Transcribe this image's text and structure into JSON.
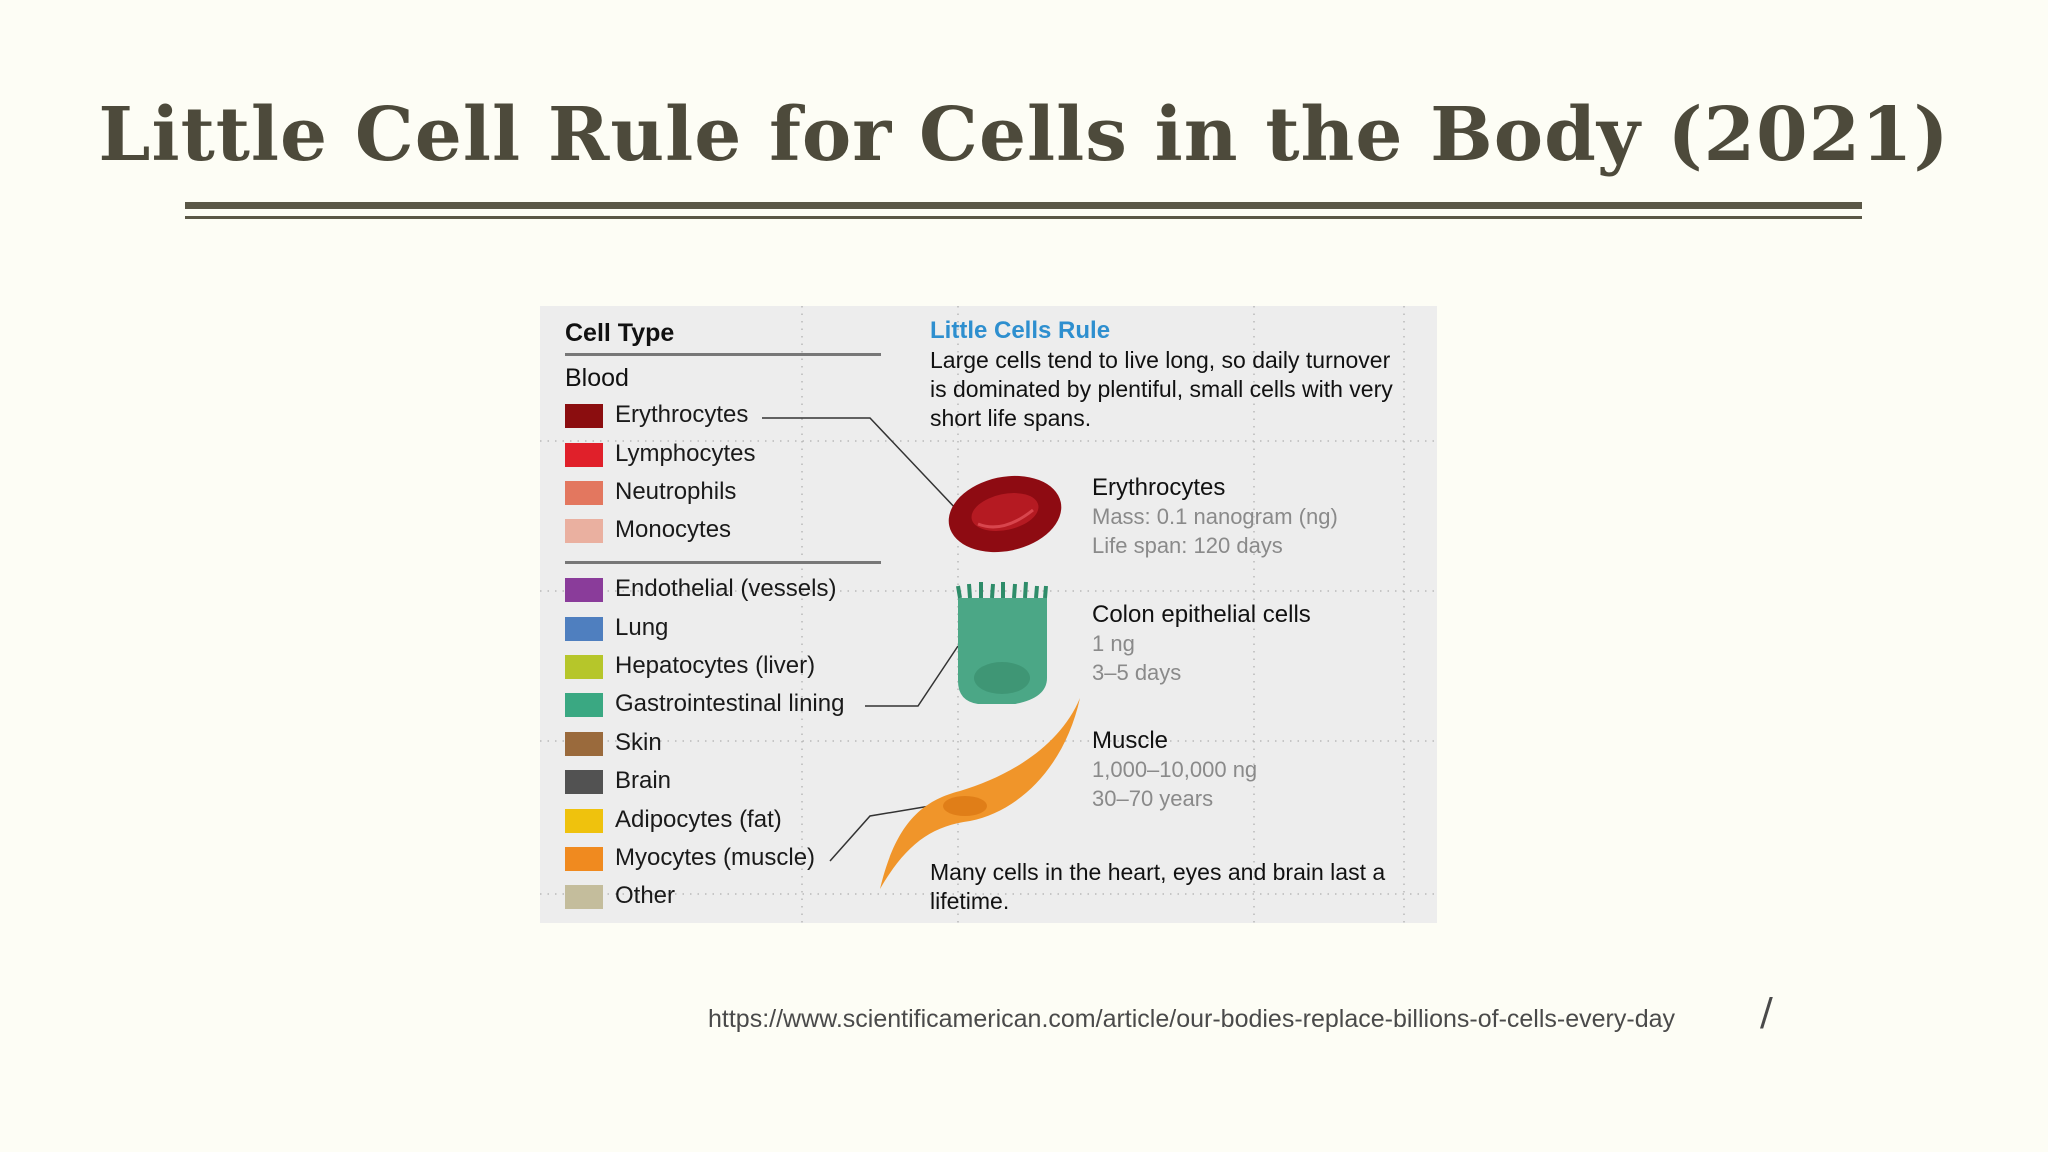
{
  "title": "Little Cell Rule for Cells in the Body (2021)",
  "figure": {
    "legend_heading": "Cell Type",
    "blood_label": "Blood",
    "legend_items": [
      {
        "label": "Erythrocytes",
        "color": "#8b0d0f"
      },
      {
        "label": "Lymphocytes",
        "color": "#e0202a"
      },
      {
        "label": "Neutrophils",
        "color": "#e3775f"
      },
      {
        "label": "Monocytes",
        "color": "#eab0a0"
      },
      {
        "label": "Endothelial (vessels)",
        "color": "#8a3c9a"
      },
      {
        "label": "Lung",
        "color": "#4f7fbf"
      },
      {
        "label": "Hepatocytes (liver)",
        "color": "#b6c62a"
      },
      {
        "label": "Gastrointestinal lining",
        "color": "#3aa882"
      },
      {
        "label": "Skin",
        "color": "#9a6a3c"
      },
      {
        "label": "Brain",
        "color": "#525252"
      },
      {
        "label": "Adipocytes (fat)",
        "color": "#efc20d"
      },
      {
        "label": "Myocytes (muscle)",
        "color": "#f08a1f"
      },
      {
        "label": "Other",
        "color": "#c4bd9c"
      }
    ],
    "rule_title": "Little Cells Rule",
    "rule_text": "Large cells tend to live long, so daily turnover is dominated by plentiful, small cells with very short life spans.",
    "cells": [
      {
        "name": "Erythrocytes",
        "mass": "Mass: 0.1 nanogram (ng)",
        "life": "Life span: 120 days"
      },
      {
        "name": "Colon epithelial cells",
        "mass": "1 ng",
        "life": "3–5 days"
      },
      {
        "name": "Muscle",
        "mass": "1,000–10,000 ng",
        "life": "30–70 years"
      }
    ],
    "footnote": "Many cells in the heart, eyes and brain last a lifetime."
  },
  "source_url": "https://www.scientificamerican.com/article/our-bodies-replace-billions-of-cells-every-day",
  "source_url_suffix": "/"
}
